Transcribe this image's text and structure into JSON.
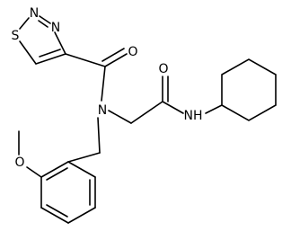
{
  "molecule": {
    "atom_labels": {
      "thiadiazole_S": "S",
      "thiadiazole_N2": "N",
      "thiadiazole_N3": "N",
      "amide_O": "O",
      "amide_N": "N",
      "glycinamide_O": "O",
      "glycinamide_NH": "NH",
      "methoxy_O": "O"
    }
  }
}
